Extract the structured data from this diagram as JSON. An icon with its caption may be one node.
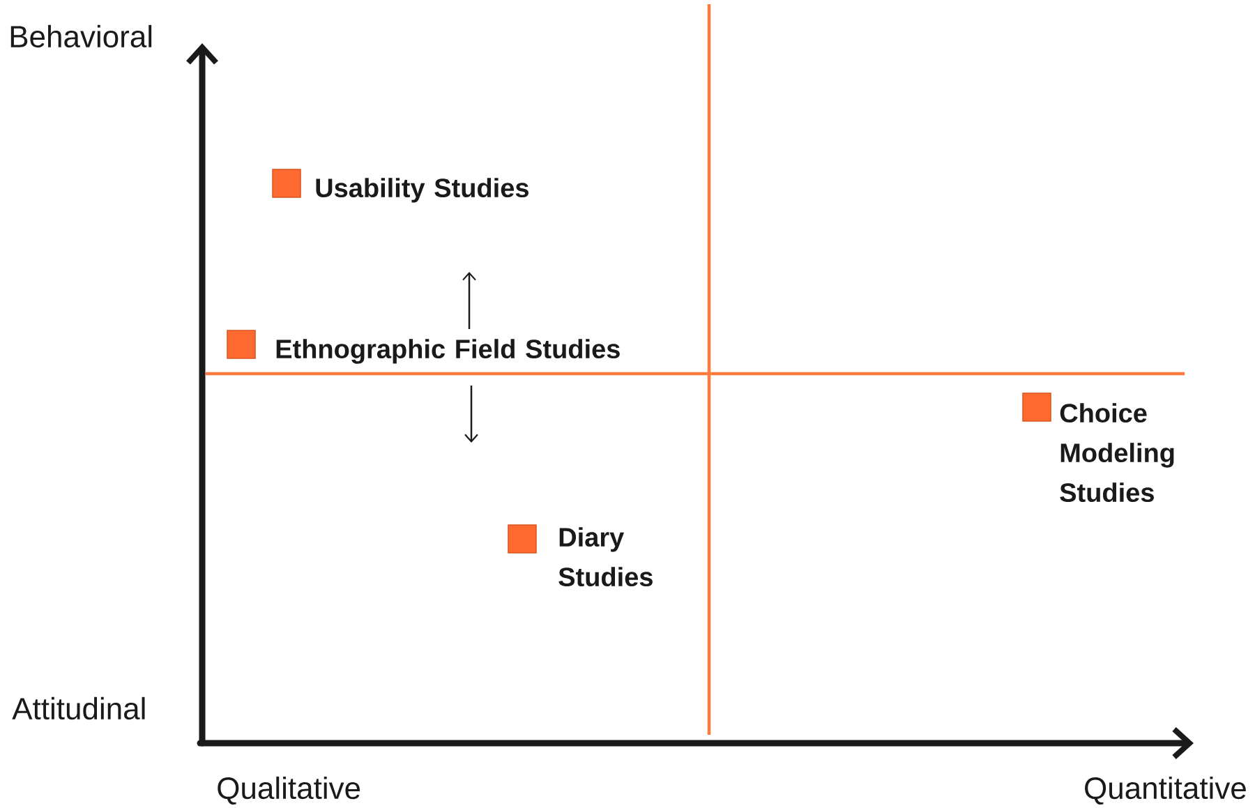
{
  "diagram": {
    "nodes": [
      {
        "text": [],
        "shape": "box",
        "beside": [
          "Usability Studies"
        ]
      },
      {
        "text": [],
        "shape": "box",
        "beside": [
          "Ethnographic Field Studies"
        ]
      },
      {
        "text": [],
        "shape": "box",
        "beside": [
          "Choice Modeling Studies"
        ]
      },
      {
        "text": [],
        "shape": "box",
        "beside": [
          "Diary Studies"
        ]
      }
    ],
    "labels": [
      "Behavioral",
      "Attitudinal",
      "Qualitative",
      "Quantitative"
    ]
  }
}
